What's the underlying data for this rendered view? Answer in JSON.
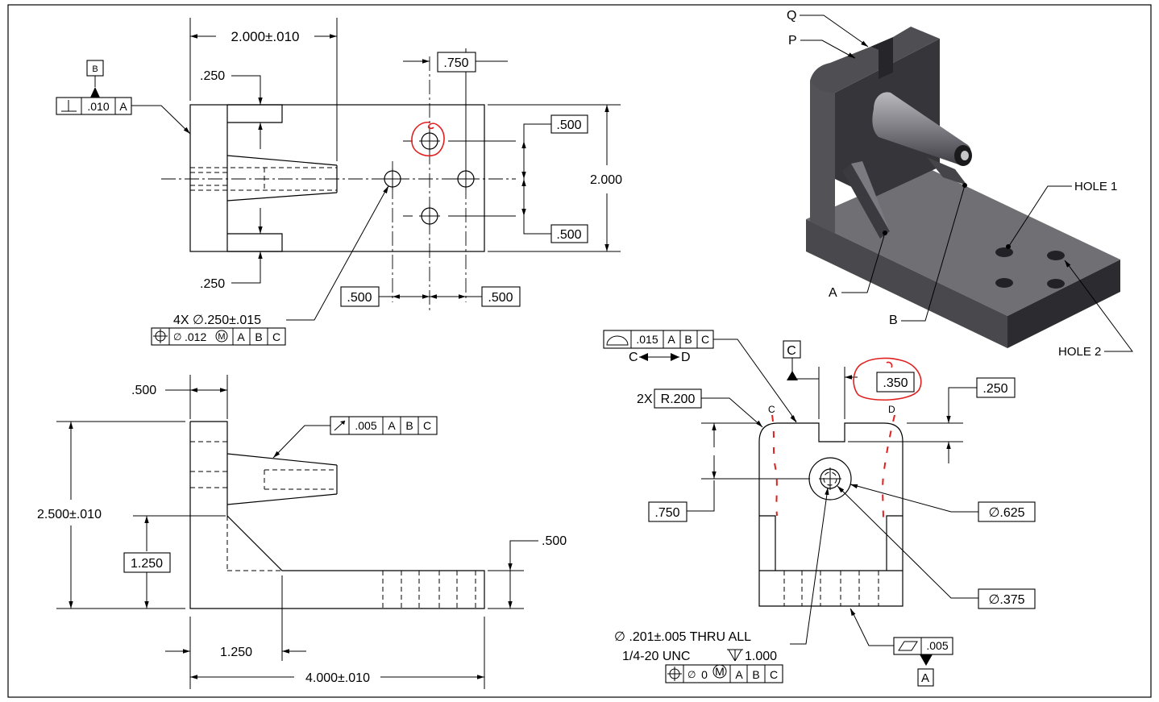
{
  "top_view": {
    "dim_length": "2.000±.010",
    "dim_slot_top": ".250",
    "dim_slot_bottom": ".250",
    "dim_hole_x_spacing": ".750",
    "dim_hole_up": ".500",
    "dim_hole_down": ".500",
    "dim_height": "2.000",
    "dim_left": ".500",
    "dim_right": ".500",
    "hole_callout": "4X ∅.250±.015",
    "fcf_position": {
      "tol": ".012",
      "datums": [
        "A",
        "B",
        "C"
      ]
    },
    "fcf_perp": {
      "tol": ".010",
      "datum": "A"
    },
    "datum_b": "B"
  },
  "front_view": {
    "dim_wall": ".500",
    "dim_total_height": "2.500±.010",
    "dim_ramp_height": "1.250",
    "dim_base_thickness": ".500",
    "dim_ramp_width": "1.250",
    "dim_length": "4.000±.010",
    "fcf_runout": {
      "tol": ".005",
      "datums": [
        "A",
        "B",
        "C"
      ]
    }
  },
  "side_view": {
    "fcf_profile": {
      "tol": ".015",
      "datums": [
        "A",
        "B",
        "C"
      ]
    },
    "between": "C",
    "between_to": "D",
    "datum_c": "C",
    "dim_slot_width": ".350",
    "dim_slot_depth": ".250",
    "dim_radius": "R.200",
    "radius_count": "2X",
    "label_c": "C",
    "label_d": "D",
    "dim_center_height": ".750",
    "dim_outer_dia": "∅.625",
    "dim_inner_dia": "∅.375",
    "hole_note_line1": "∅ .201±.005 THRU ALL",
    "hole_note_line2": "1/4-20 UNC",
    "hole_depth": "1.000",
    "fcf_thread": {
      "tol": "0",
      "datums": [
        "A",
        "B",
        "C"
      ]
    },
    "fcf_flatness": {
      "tol": ".005"
    },
    "datum_a": "A"
  },
  "iso_view": {
    "label_q": "Q",
    "label_p": "P",
    "label_hole1": "HOLE 1",
    "label_hole2": "HOLE 2",
    "label_a": "A",
    "label_b": "B"
  },
  "colors": {
    "markup": "#e0201e",
    "part_dark": "#2e2e33",
    "part_mid": "#6b6b70",
    "part_light": "#9a9a9e"
  }
}
